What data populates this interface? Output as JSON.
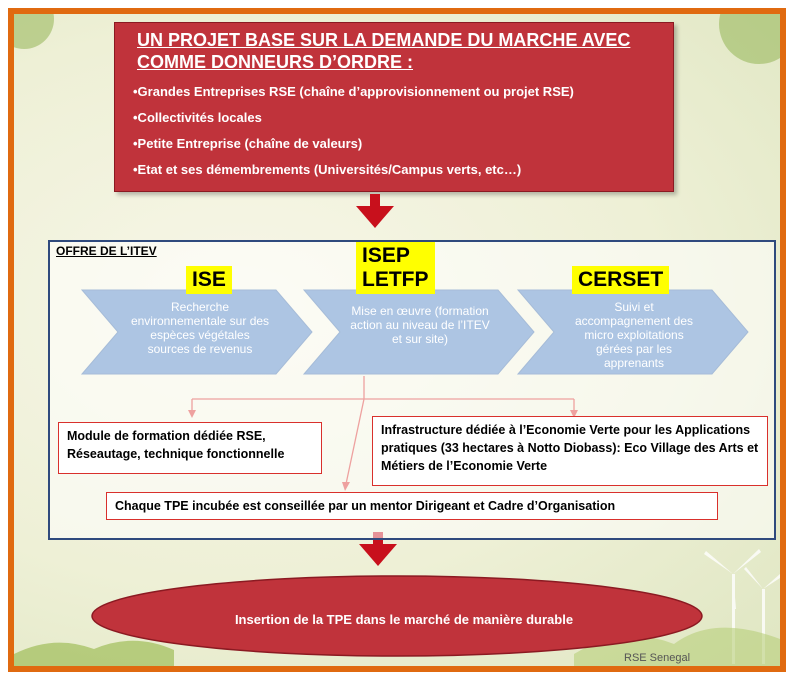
{
  "header": {
    "title": "UN PROJET BASE SUR LA DEMANDE DU MARCHE AVEC\nCOMME DONNEURS D’ORDRE :",
    "items": [
      "•Grandes Entreprises RSE (chaîne d’approvisionnement ou projet RSE)",
      "•Collectivités locales",
      "•Petite Entreprise (chaîne de valeurs)",
      "•Etat et ses démembrements (Universités/Campus verts, etc…)"
    ]
  },
  "offer": {
    "label": "OFFRE DE L’ITEV",
    "steps": [
      {
        "tag": "ISE",
        "text": "Recherche environnementale sur des espèces végétales sources de revenus"
      },
      {
        "tag": "ISEP\nLETFP",
        "text": "Mise en œuvre (formation action au niveau de l’ITEV et sur site)"
      },
      {
        "tag": "CERSET",
        "text": "Suivi et accompagnement des micro exploitations gérées par les apprenants"
      }
    ],
    "boxes": {
      "module": "Module de formation dédiée RSE, Réseautage, technique fonctionnelle",
      "infra": "Infrastructure dédiée à l’Economie Verte pour les Applications pratiques (33 hectares à Notto Diobass): Eco Village des Arts et Métiers de l’Economie Verte",
      "mentor": "Chaque TPE incubée est conseillée par un mentor Dirigeant et Cadre d’Organisation"
    }
  },
  "result": "Insertion de la TPE dans le marché de manière durable",
  "footer": "RSE Senegal",
  "colors": {
    "frame": "#e06a10",
    "red": "#c0333b",
    "chevron": "#4a7fc1",
    "highlight": "#ffff00"
  }
}
